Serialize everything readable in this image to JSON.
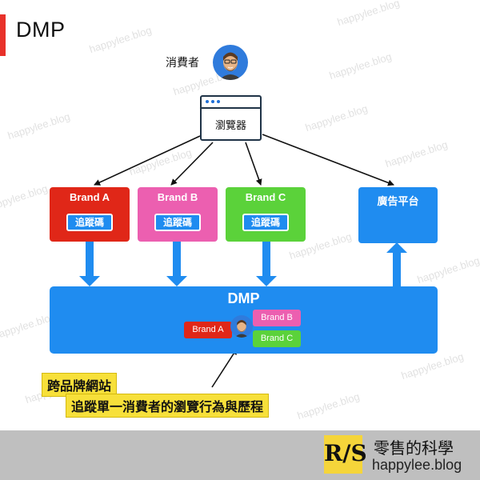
{
  "page": {
    "title": "DMP"
  },
  "consumer": {
    "label": "消費者"
  },
  "browser": {
    "label": "瀏覽器"
  },
  "brands": [
    {
      "name": "Brand A",
      "tag": "追蹤碼",
      "color": "#e02718"
    },
    {
      "name": "Brand B",
      "tag": "追蹤碼",
      "color": "#ec5fb0"
    },
    {
      "name": "Brand C",
      "tag": "追蹤碼",
      "color": "#5bd23a"
    }
  ],
  "ad_platform": {
    "label": "廣告平台"
  },
  "dmp": {
    "title": "DMP",
    "profile_tags": [
      "Brand A",
      "Brand B",
      "Brand C"
    ]
  },
  "callout": {
    "line1": "跨品牌網站",
    "line2": "追蹤單一消費者的瀏覽行為與歷程"
  },
  "footer": {
    "logo": "R/S",
    "name": "零售的科學",
    "url": "happylee.blog"
  },
  "watermark": "happylee.blog",
  "colors": {
    "accent": "#e8312a",
    "blue": "#1f8cf0",
    "highlight": "#f7e03a",
    "footer": "#bfbfbf"
  }
}
